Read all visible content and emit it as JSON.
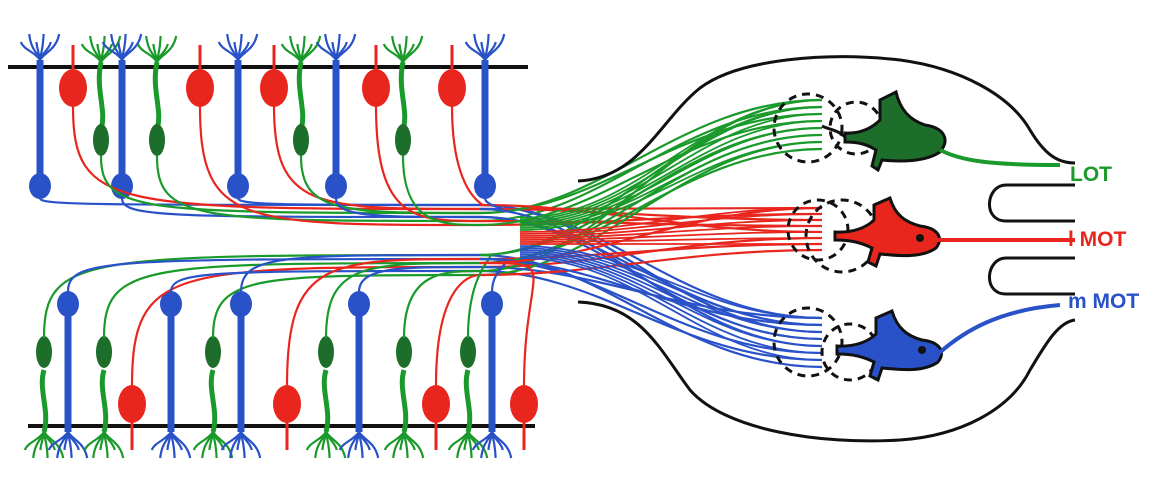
{
  "labels": {
    "lot": "LOT",
    "lmot": "l MOT",
    "mmot": "m MOT"
  },
  "colors": {
    "lot": "#1a9a2a",
    "lmot": "#e8261e",
    "mmot": "#2a52c8",
    "outline": "#111111",
    "dark_green_cell": "#1d6e2a"
  },
  "icons": {
    "vomeronasal_neuron_cell": "elongated-teardrop",
    "dendrite": "branching-tuft",
    "glomerulus": "dashed-circle",
    "mitral_cell": "triangular-soma-with-dendrite"
  }
}
